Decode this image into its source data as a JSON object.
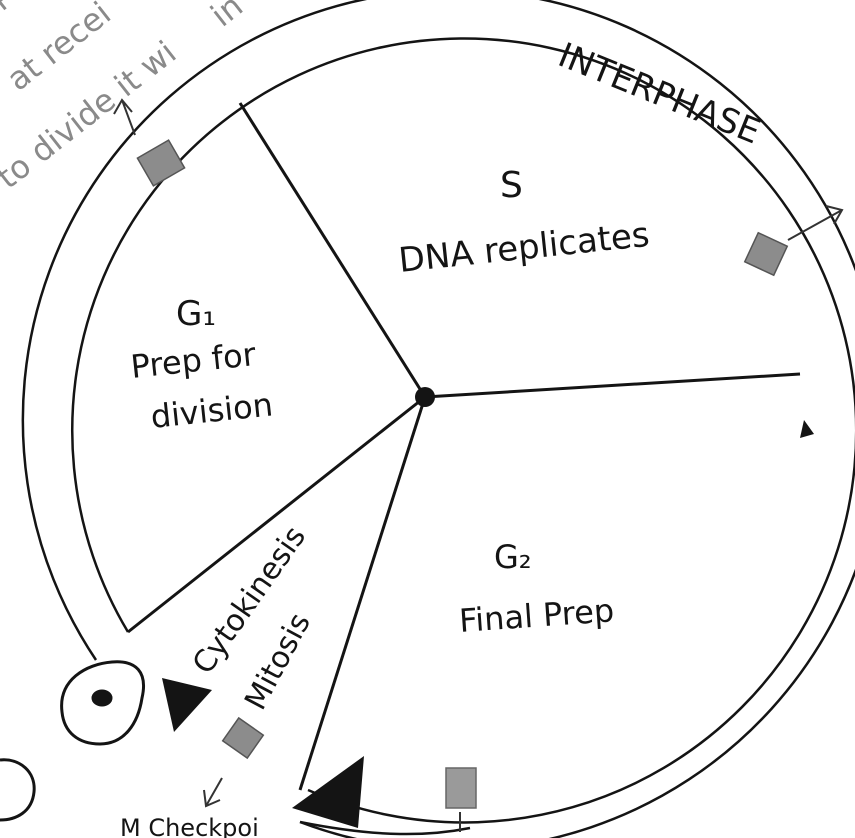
{
  "header_phase": {
    "label": "INTERPHASE"
  },
  "sectors": {
    "s": {
      "title": "S",
      "description": "DNA replicates"
    },
    "g1": {
      "title": "G₁",
      "line1": "Prep for",
      "line2": "division"
    },
    "g2": {
      "title": "G₂",
      "description": "Final Prep"
    },
    "m": {
      "line1": "Cytokinesis",
      "line2": "Mitosis"
    }
  },
  "partial_notes": {
    "top_left_1": "Pe",
    "top_left_2": "at recei",
    "top_left_3": "to divide it wi",
    "top_left_4": "in",
    "bottom": "M Checkpoi"
  },
  "colors": {
    "ink": "#141414",
    "checkpoint_fill": "#8c8c8c",
    "faint_text": "#8a8a8a",
    "background": "#ffffff"
  }
}
